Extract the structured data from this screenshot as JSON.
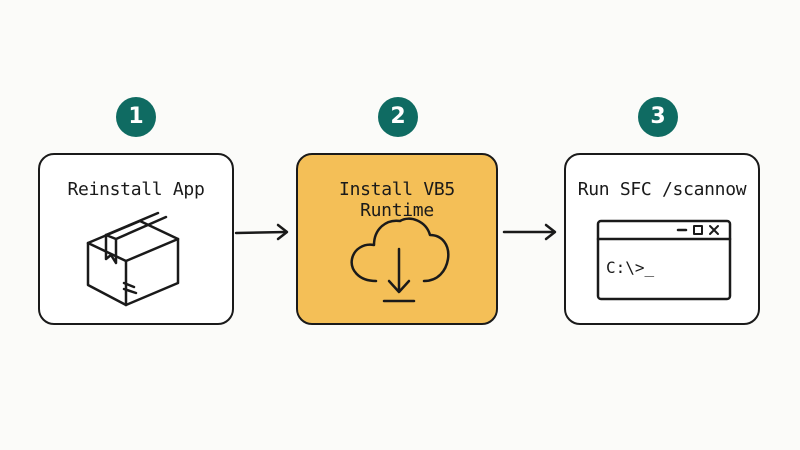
{
  "steps": [
    {
      "number": "1",
      "title": "Reinstall App",
      "icon": "package-box-icon",
      "highlighted": false
    },
    {
      "number": "2",
      "title": "Install VB5 Runtime",
      "icon": "cloud-download-icon",
      "highlighted": true
    },
    {
      "number": "3",
      "title": "Run SFC /scannow",
      "icon": "terminal-window-icon",
      "highlighted": false,
      "prompt": "C:\\>_"
    }
  ],
  "colors": {
    "badge": "#0f6b62",
    "highlight": "#f4bf57",
    "stroke": "#1a1a1a",
    "card": "#ffffff",
    "background": "#fbfbf9"
  }
}
